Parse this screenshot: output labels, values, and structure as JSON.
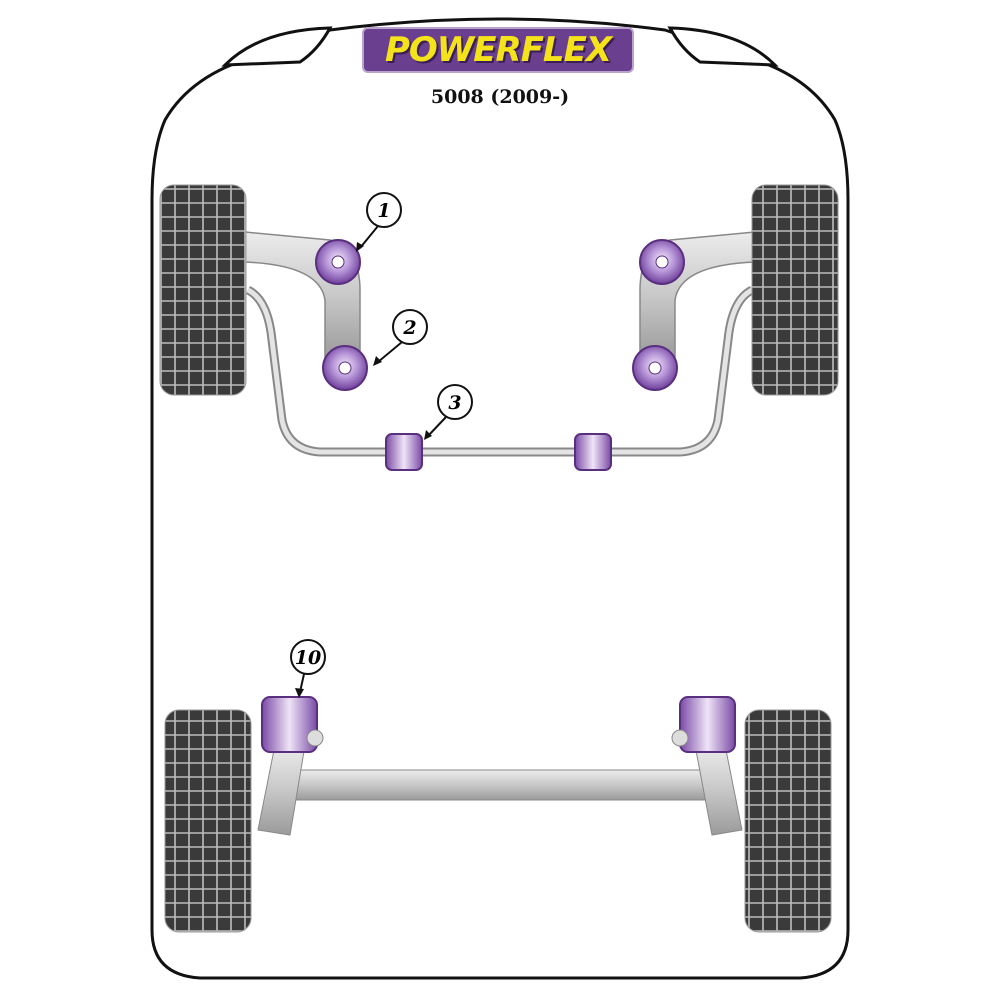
{
  "brand": "POWERFLEX",
  "model": "5008 (2009-)",
  "colors": {
    "bushing": "#9b72c4",
    "logo_bg": "#6b3f8f",
    "logo_text": "#f4e21a",
    "tire": "#3a3a3a",
    "arm": "#cfcfcf"
  },
  "callouts": [
    {
      "label": "1",
      "part": "front-lower-arm-front-bush"
    },
    {
      "label": "2",
      "part": "front-lower-arm-rear-bush"
    },
    {
      "label": "3",
      "part": "front-anti-roll-bar-bush"
    },
    {
      "label": "10",
      "part": "rear-beam-mount-bush"
    }
  ]
}
